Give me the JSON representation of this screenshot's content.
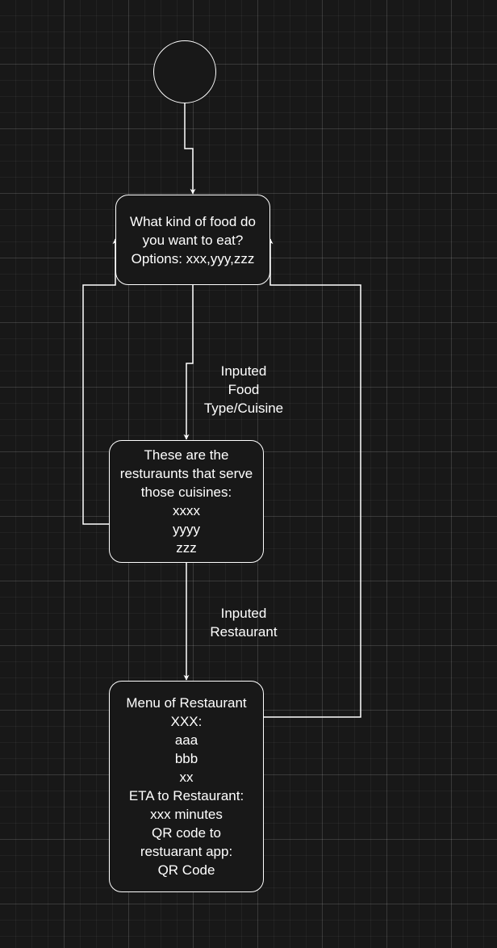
{
  "nodes": {
    "food_question": {
      "lines": [
        "What kind of food do",
        "you want to eat?",
        "Options: xxx,yyy,zzz"
      ]
    },
    "restaurant_list": {
      "lines": [
        "These are the",
        "resturaunts that serve",
        "those cuisines:",
        "xxxx",
        "yyyy",
        "zzz"
      ]
    },
    "menu": {
      "lines": [
        "Menu of Restaurant",
        "XXX:",
        "aaa",
        "bbb",
        "xx",
        "ETA to Restaurant:",
        "xxx minutes",
        "QR code to",
        "restuarant app:",
        "QR Code"
      ]
    }
  },
  "edge_labels": {
    "inputed_food": [
      "Inputed",
      "Food",
      "Type/Cuisine"
    ],
    "inputed_restaurant": [
      "Inputed",
      "Restaurant"
    ]
  },
  "colors": {
    "background": "#181818",
    "stroke": "#ffffff",
    "text": "#ffffff"
  }
}
